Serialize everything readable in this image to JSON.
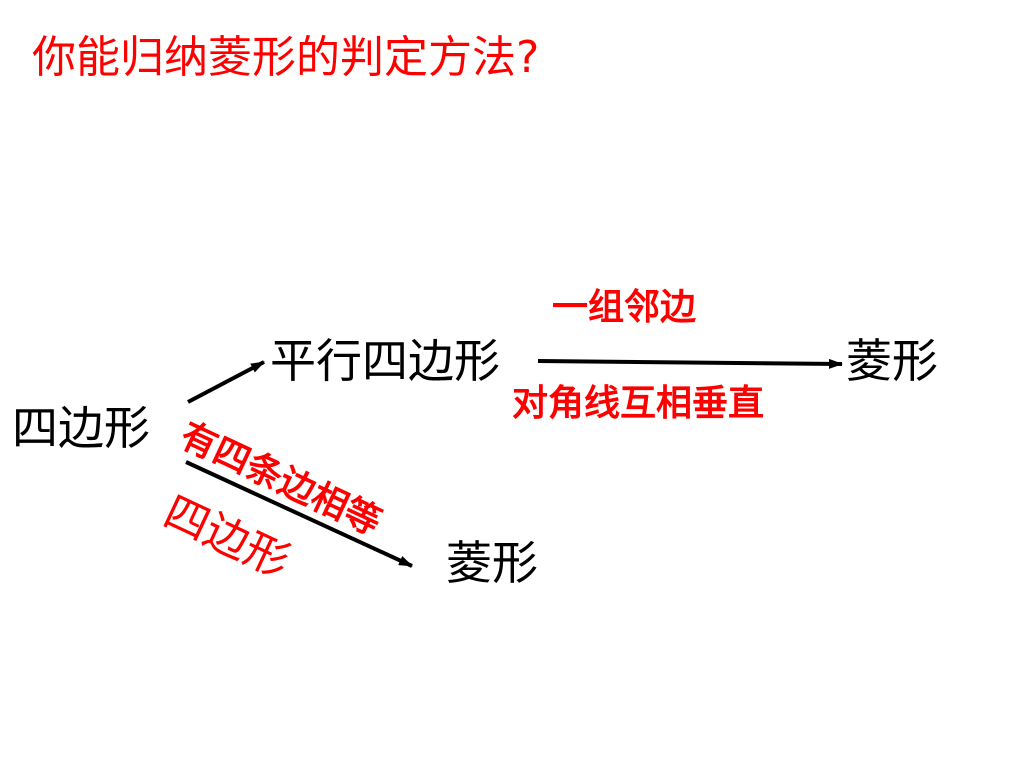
{
  "question": "你能归纳菱形的判定方法?",
  "nodes": {
    "quadrilateral": "四边形",
    "parallelogram": "平行四边形",
    "rhombus_top": "菱形",
    "rhombus_bottom": "菱形"
  },
  "conditions": {
    "adjacent_sides": "一组邻边",
    "diagonals": "对角线互相垂直",
    "four_sides": "有四条边相等",
    "quadrilateral_label": "四边形"
  },
  "colors": {
    "accent": "#ff0000",
    "text": "#000000",
    "background": "#ffffff"
  }
}
